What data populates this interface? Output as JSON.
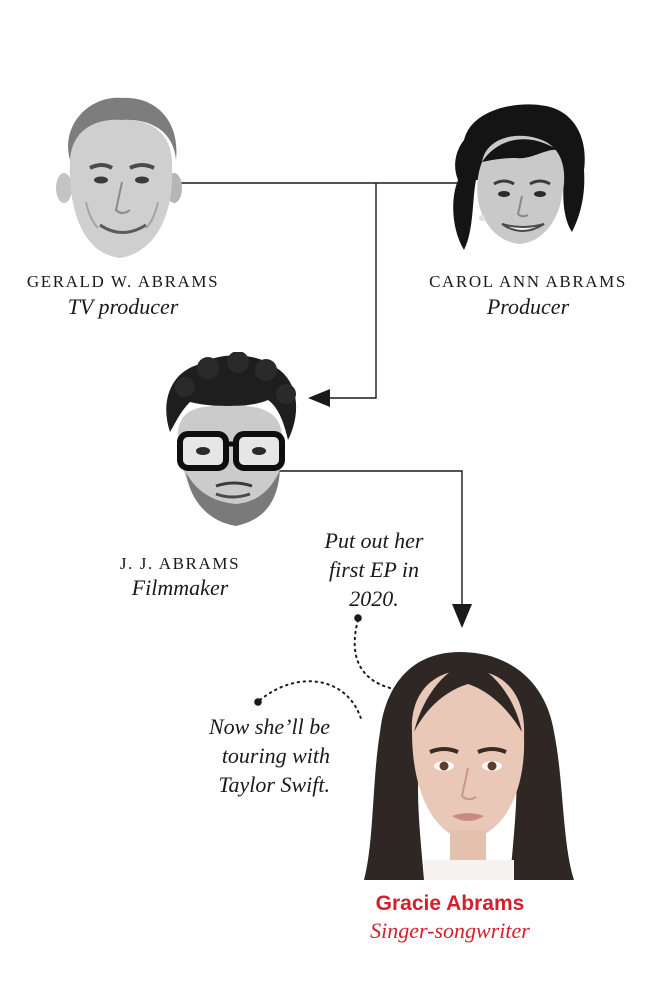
{
  "colors": {
    "ink": "#1a1a1a",
    "accent_red": "#d3202e",
    "background": "#ffffff"
  },
  "people": {
    "gerald": {
      "name": "GERALD W. ABRAMS",
      "role": "TV producer",
      "portrait": "man-portrait-gray-hair"
    },
    "carol": {
      "name": "CAROL ANN ABRAMS",
      "role": "Producer",
      "portrait": "woman-portrait-dark-hair"
    },
    "jj": {
      "name": "J. J. ABRAMS",
      "role": "Filmmaker",
      "portrait": "man-portrait-glasses-beard"
    },
    "gracie": {
      "name": "Gracie Abrams",
      "role": "Singer-songwriter",
      "portrait": "young-woman-portrait-long-hair"
    }
  },
  "annotations": {
    "ep": "Put out her\nfirst EP in\n2020.",
    "tour": "Now she’ll be\ntouring with\nTaylor Swift."
  }
}
